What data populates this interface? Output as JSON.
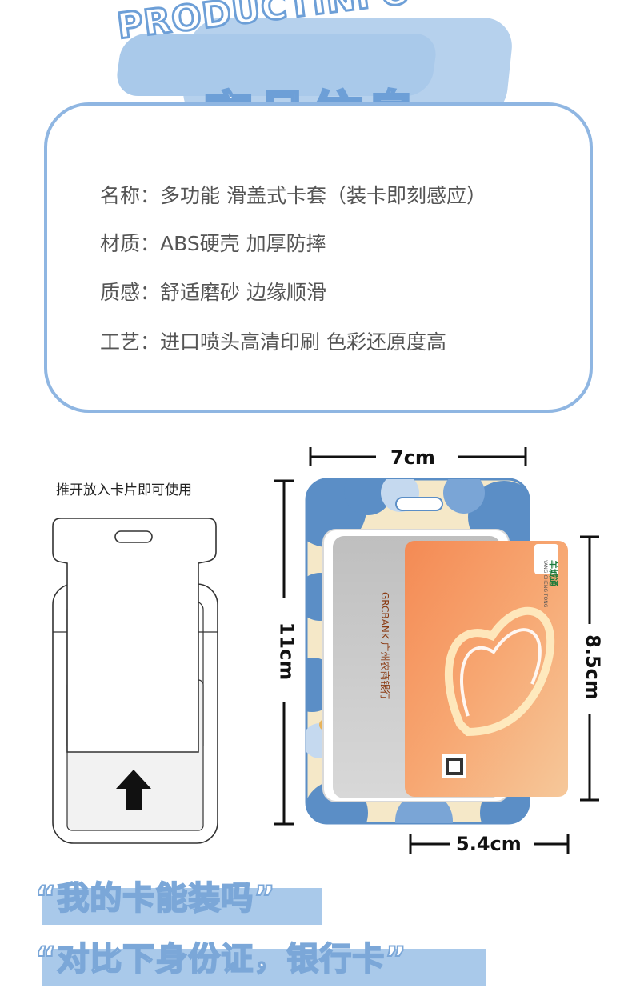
{
  "header": {
    "title_en": "PRODUCTINFO",
    "title_cn": "产品信息"
  },
  "info": {
    "lines": [
      "名称：多功能 滑盖式卡套（装卡即刻感应）",
      "材质：ABS硬壳   加厚防摔",
      "质感：舒适磨砂  边缘顺滑",
      "工艺：进口喷头高清印刷  色彩还原度高"
    ]
  },
  "instructions": {
    "caption": "推开放入卡片即可使用"
  },
  "product": {
    "width_label": "7cm",
    "height_label": "11cm",
    "card_height_label": "8.5cm",
    "card_width_label": "5.4cm",
    "card": {
      "bank_en": "GRCBANK",
      "bank_cn": "广州农商银行",
      "brand_cn": "羊城通",
      "brand_en": "YANG CHENG TONG"
    }
  },
  "captions": {
    "line1": "“我的卡能装吗”",
    "line2": "“对比下身份证，银行卡”"
  },
  "colors": {
    "accent_blue": "#8fb6e2",
    "banner_blue": "#a9c9ea",
    "card_orange": "#f6a064",
    "cream": "#f5e8c8",
    "pattern_blue": "#5b8ec6"
  }
}
